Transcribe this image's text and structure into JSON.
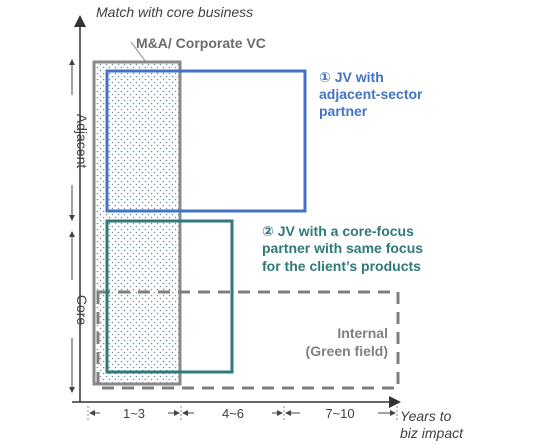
{
  "y_axis_title": "Match with core business",
  "x_axis_title_line1": "Years to",
  "x_axis_title_line2": "biz impact",
  "y_categories": {
    "upper": "Adjacent",
    "lower": "Core"
  },
  "x_ticks": [
    "1~3",
    "4~6",
    "7~10"
  ],
  "options": {
    "ma_cvc": {
      "label": "M&A/ Corporate VC",
      "color": "#8a8a8a"
    },
    "jv_adjacent": {
      "line1": "① JV with",
      "line2": "adjacent-sector",
      "line3": "partner",
      "color": "#4472c4"
    },
    "jv_core": {
      "line1": "② JV with a core-focus",
      "line2": "partner with same focus",
      "line3": "for the client’s products",
      "color": "#2e7a7a"
    },
    "internal": {
      "line1": "Internal",
      "line2": "(Green field)",
      "color": "#7f7f7f"
    }
  }
}
